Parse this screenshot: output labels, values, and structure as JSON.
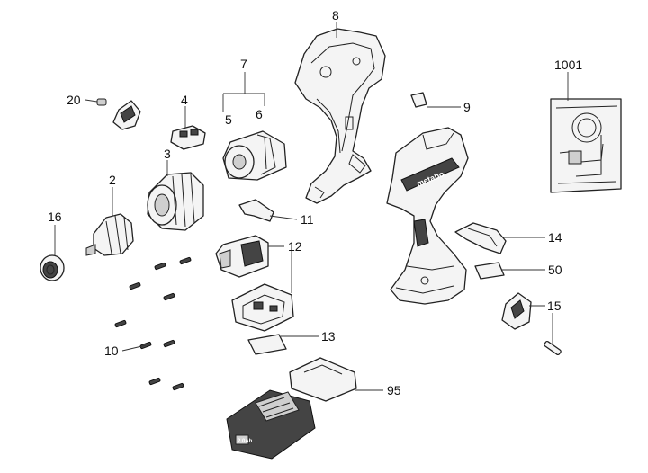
{
  "brand": "metabo",
  "battery_badge": "2.0Ah",
  "callouts": {
    "c8": "8",
    "c7": "7",
    "c1001": "1001",
    "c20": "20",
    "c4": "4",
    "c5": "5",
    "c6": "6",
    "c9": "9",
    "c3": "3",
    "c2": "2",
    "c16": "16",
    "c11": "11",
    "c12": "12",
    "c14": "14",
    "c50": "50",
    "c15": "15",
    "c13": "13",
    "c10": "10",
    "c95": "95"
  }
}
